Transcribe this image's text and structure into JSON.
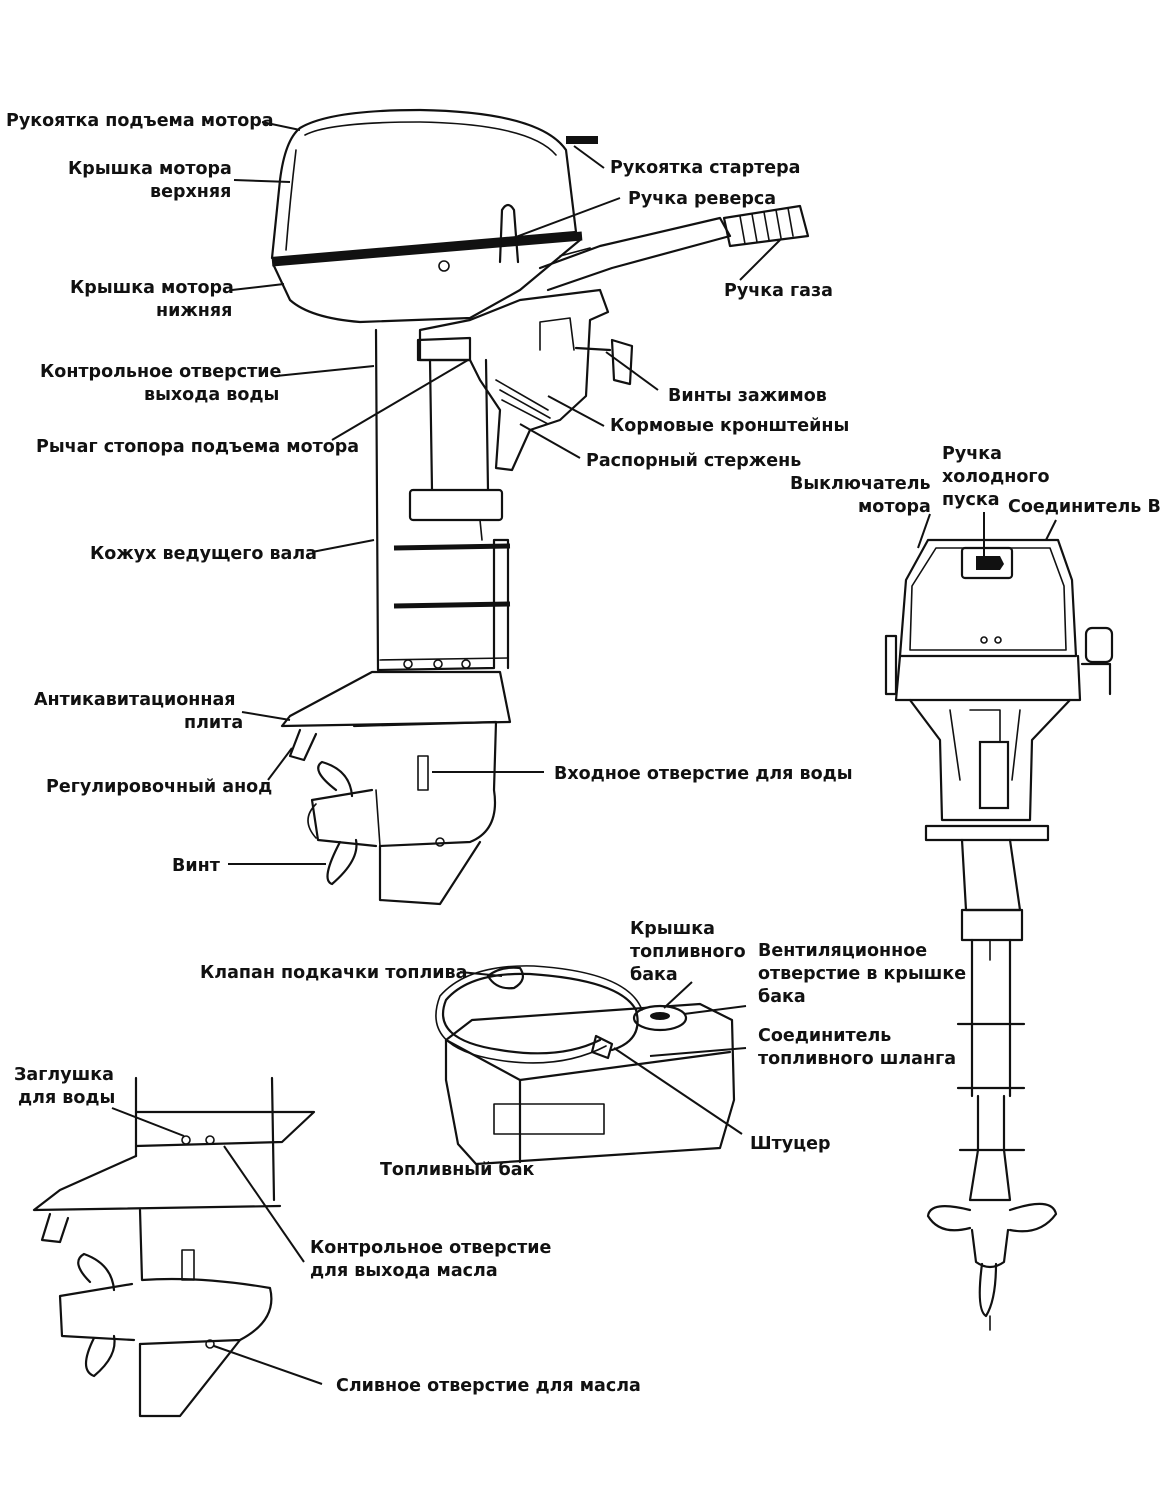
{
  "motor": {
    "labels": {
      "lift_handle": "Рукоятка подъема мотора",
      "upper_cowl_1": "Крышка мотора",
      "upper_cowl_2": "верхняя",
      "starter_handle": "Рукоятка стартера",
      "reverse_handle": "Ручка реверса",
      "throttle_grip": "Ручка газа",
      "lower_cowl_1": "Крышка мотора",
      "lower_cowl_2": "нижняя",
      "water_check_1": "Контрольное отверстие",
      "water_check_2": "выхода воды",
      "clamp_screws": "Винты зажимов",
      "tilt_lock_lever": "Рычаг стопора подъема мотора",
      "stern_brackets": "Кормовые кронштейны",
      "thrust_rod": "Распорный стержень",
      "drive_shaft_housing": "Кожух ведущего вала",
      "anticavitation_1": "Антикавитационная",
      "anticavitation_2": "плита",
      "trim_anode": "Регулировочный анод",
      "water_inlet": "Входное отверстие для воды",
      "propeller": "Винт"
    }
  },
  "front_view": {
    "labels": {
      "choke_1": "Ручка",
      "choke_2": "холодного",
      "choke_3": "пуска",
      "stop_switch_1": "Выключатель",
      "stop_switch_2": "мотора",
      "connector_b": "Соединитель В"
    }
  },
  "tank": {
    "labels": {
      "tank_cap_1": "Крышка",
      "tank_cap_2": "топливного",
      "tank_cap_3": "бака",
      "primer_bulb": "Клапан подкачки топлива",
      "vent_1": "Вентиляционное",
      "vent_2": "отверстие в крышке",
      "vent_3": "бака",
      "hose_connector_1": "Соединитель",
      "hose_connector_2": "топливного шланга",
      "fitting": "Штуцер",
      "fuel_tank": "Топливный бак"
    }
  },
  "gearcase": {
    "labels": {
      "water_plug_1": "Заглушка",
      "water_plug_2": "для воды",
      "oil_check_1": "Контрольное отверстие",
      "oil_check_2": "для выхода масла",
      "oil_drain": "Сливное отверстие для масла"
    }
  }
}
